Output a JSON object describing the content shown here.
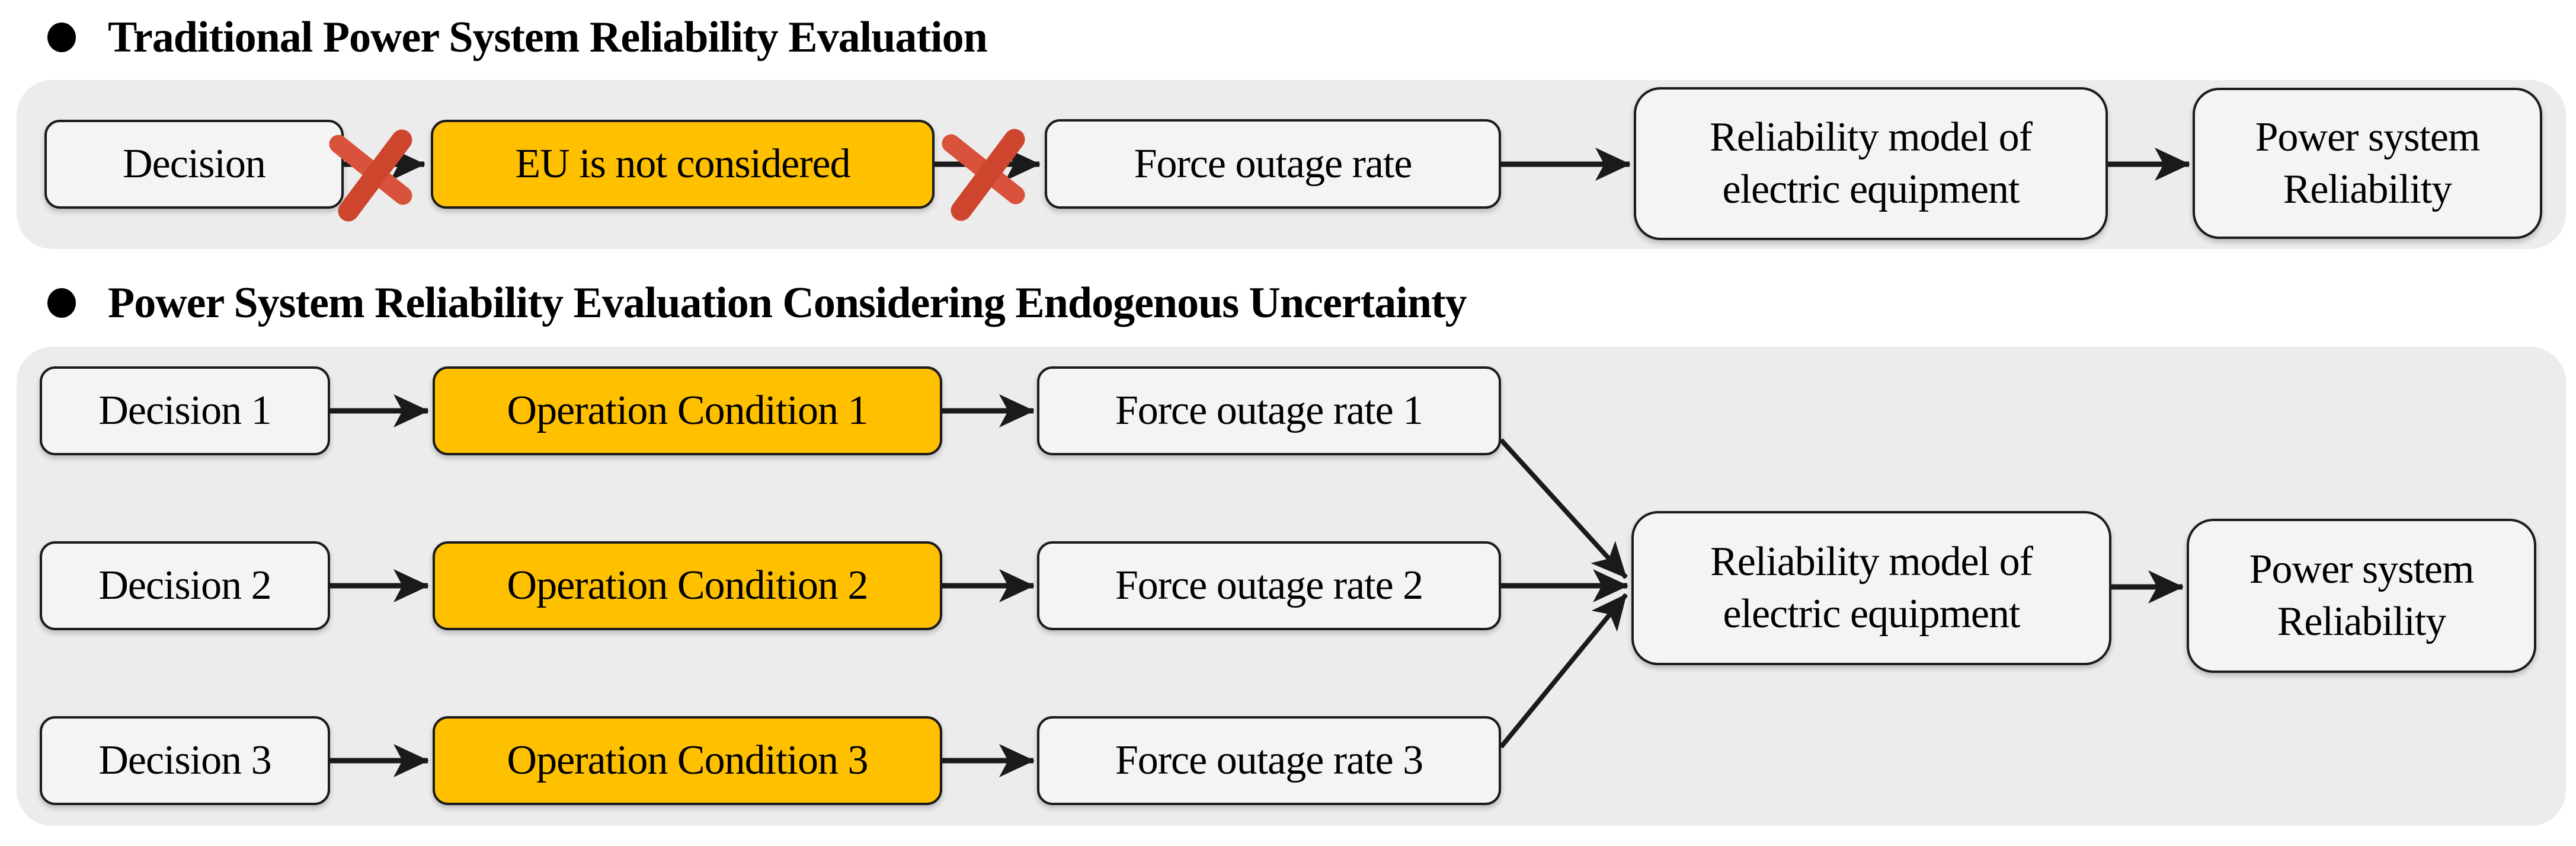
{
  "colors": {
    "band": "#ececec",
    "box_fill": "#f4f4f4",
    "accent_orange": "#ffc000",
    "border": "#1b1b1b",
    "arrow_black": "#1a1a1a",
    "cross_red": "#ce452e"
  },
  "section1": {
    "title": "Traditional Power System Reliability Evaluation",
    "decision": {
      "label": "Decision"
    },
    "eu": {
      "label": "EU is not considered"
    },
    "force": {
      "label": "Force outage rate"
    },
    "model": {
      "line1": "Reliability model of",
      "line2": "electric equipment"
    },
    "power": {
      "line1": "Power system",
      "line2": "Reliability"
    }
  },
  "section2": {
    "title": "Power System Reliability Evaluation Considering Endogenous Uncertainty",
    "rows": [
      {
        "decision": "Decision 1",
        "condition": "Operation Condition 1",
        "force": "Force outage rate 1"
      },
      {
        "decision": "Decision 2",
        "condition": "Operation Condition 2",
        "force": "Force outage rate 2"
      },
      {
        "decision": "Decision 3",
        "condition": "Operation Condition 3",
        "force": "Force outage rate 3"
      }
    ],
    "model": {
      "line1": "Reliability model of",
      "line2": "electric equipment"
    },
    "power": {
      "line1": "Power system",
      "line2": "Reliability"
    }
  }
}
